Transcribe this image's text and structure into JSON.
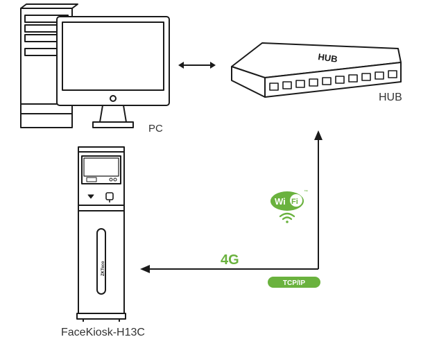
{
  "labels": {
    "pc": "PC",
    "hub": "HUB",
    "hub_text": "HUB",
    "kiosk": "FaceKiosk-H13C",
    "network_4g": "4G",
    "protocol": "TCP/IP",
    "wifi_wi": "Wi",
    "wifi_fi": "Fi",
    "tm": "™",
    "kiosk_brand": "ZKTeco"
  },
  "colors": {
    "line": "#1a1a1a",
    "green": "#6ab23e",
    "white": "#ffffff"
  },
  "icons": [
    "desktop-tower-icon",
    "monitor-icon",
    "network-hub-icon",
    "kiosk-icon",
    "wifi-logo-icon",
    "wifi-signal-icon",
    "double-arrow-icon"
  ]
}
